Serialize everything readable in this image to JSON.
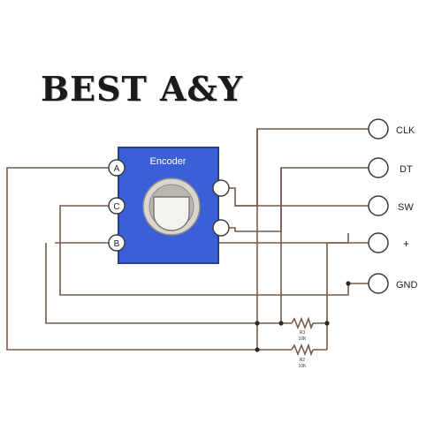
{
  "brand": {
    "text": "BEST A&Y"
  },
  "encoder": {
    "title": "Encoder",
    "pins": {
      "a": "A",
      "c": "C",
      "b": "B"
    }
  },
  "terminals": {
    "clk": "CLK",
    "dt": "DT",
    "sw": "SW",
    "plus": "+",
    "gnd": "GND"
  },
  "resistors": {
    "r3": {
      "ref": "R3",
      "value": "10K"
    },
    "r2": {
      "ref": "R2",
      "value": "10K"
    }
  },
  "colors": {
    "wire": "#7a5a48",
    "encoder_body": "#3b5fd6",
    "encoder_border": "#2a3f8a",
    "knob_outer": "#d9d6d1",
    "terminal_stroke": "#3a3a3a"
  }
}
